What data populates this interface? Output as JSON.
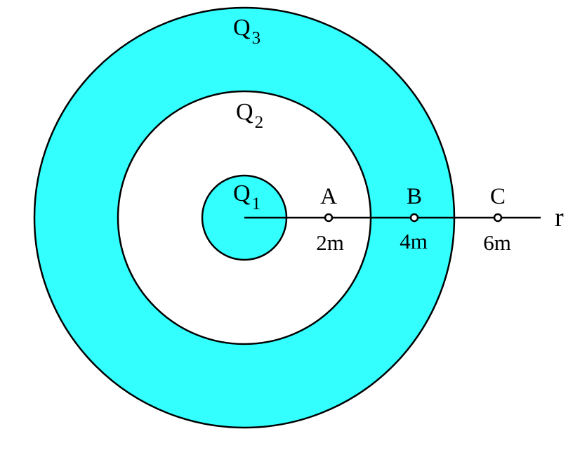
{
  "colors": {
    "shell_fill": "#33ffff",
    "background": "#ffffff",
    "stroke": "#000000"
  },
  "charges": [
    {
      "letter": "Q",
      "sub": "1"
    },
    {
      "letter": "Q",
      "sub": "2"
    },
    {
      "letter": "Q",
      "sub": "3"
    }
  ],
  "points": [
    {
      "name": "A",
      "distance": "2m"
    },
    {
      "name": "B",
      "distance": "4m"
    },
    {
      "name": "C",
      "distance": "6m"
    }
  ],
  "axis": {
    "label": "r"
  }
}
